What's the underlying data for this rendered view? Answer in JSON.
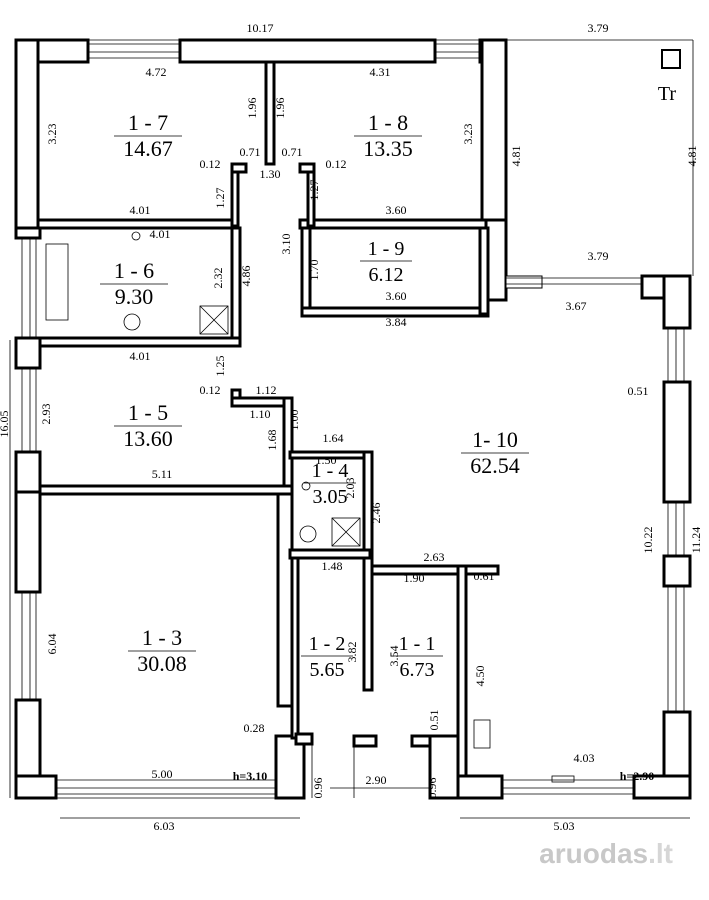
{
  "plan": {
    "tr_label": "Tr",
    "heights": {
      "left": "h=3.10",
      "right": "h=2.90"
    },
    "rooms": [
      {
        "key": "r17",
        "id": "1 - 7",
        "area": "14.67"
      },
      {
        "key": "r18",
        "id": "1 - 8",
        "area": "13.35"
      },
      {
        "key": "r19",
        "id": "1 - 9",
        "area": "6.12"
      },
      {
        "key": "r16",
        "id": "1 - 6",
        "area": "9.30"
      },
      {
        "key": "r15",
        "id": "1 - 5",
        "area": "13.60"
      },
      {
        "key": "r14",
        "id": "1 - 4",
        "area": "3.05"
      },
      {
        "key": "r13",
        "id": "1 - 3",
        "area": "30.08"
      },
      {
        "key": "r12",
        "id": "1 - 2",
        "area": "5.65"
      },
      {
        "key": "r11",
        "id": "1 - 1",
        "area": "6.73"
      },
      {
        "key": "r110",
        "id": "1- 10",
        "area": "62.54"
      }
    ],
    "dimensions": [
      "10.17",
      "3.79",
      "4.72",
      "4.31",
      "3.23",
      "1.96",
      "1.96",
      "3.23",
      "4.81",
      "4.81",
      "0.71",
      "0.71",
      "0.12",
      "1.30",
      "0.12",
      "1.27",
      "1.27",
      "4.01",
      "4.01",
      "3.60",
      "3.10",
      "1.70",
      "3.60",
      "3.79",
      "2.32",
      "4.86",
      "3.84",
      "3.67",
      "4.01",
      "1.25",
      "0.12",
      "1.12",
      "0.51",
      "16.05",
      "2.93",
      "1.10",
      "1.00",
      "1.68",
      "1.64",
      "1.50",
      "5.11",
      "2.03",
      "2.46",
      "10.22",
      "11.24",
      "2.63",
      "1.48",
      "1.90",
      "0.61",
      "6.04",
      "3.82",
      "3.54",
      "4.50",
      "0.28",
      "0.51",
      "5.00",
      "0.96",
      "2.90",
      "0.96",
      "4.03",
      "6.03",
      "5.03"
    ]
  },
  "watermark": {
    "brand": "aruodas",
    "domain": ".lt"
  }
}
